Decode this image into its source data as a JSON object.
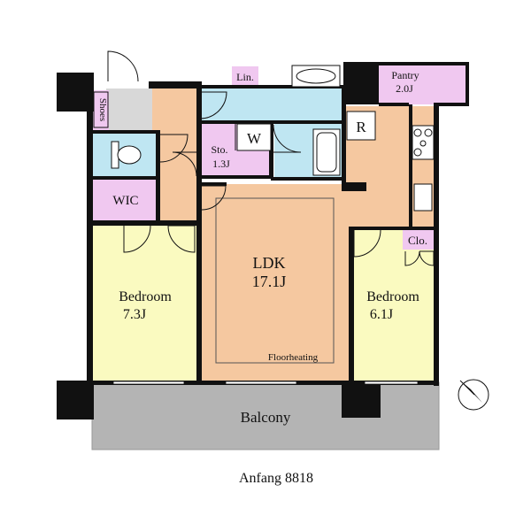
{
  "rooms": {
    "shoes": "Shoes",
    "lin": "Lin.",
    "pantry": "Pantry",
    "pantry_size": "2.0J",
    "w": "W",
    "r": "R",
    "sto": "Sto.",
    "sto_size": "1.3J",
    "wic": "WIC",
    "clo": "Clo.",
    "ldk": "LDK",
    "ldk_size": "17.1J",
    "floorheating": "Floorheating",
    "bedroom_left": "Bedroom",
    "bedroom_left_size": "7.3J",
    "bedroom_right": "Bedroom",
    "bedroom_right_size": "6.1J",
    "balcony": "Balcony"
  },
  "caption": "Anfang 8818",
  "colors": {
    "wall": "#111111",
    "hall": "#f5c8a0",
    "ldk": "#f5c8a0",
    "bedroom": "#fafac0",
    "storage": "#f0c8f0",
    "wet": "#bfe6f2",
    "balcony": "#b4b4b4",
    "entry": "#d8d8d8"
  },
  "icons": [
    "compass-icon",
    "toilet-icon",
    "bathtub-icon",
    "washbasin-icon",
    "stove-icon",
    "sink-icon"
  ]
}
